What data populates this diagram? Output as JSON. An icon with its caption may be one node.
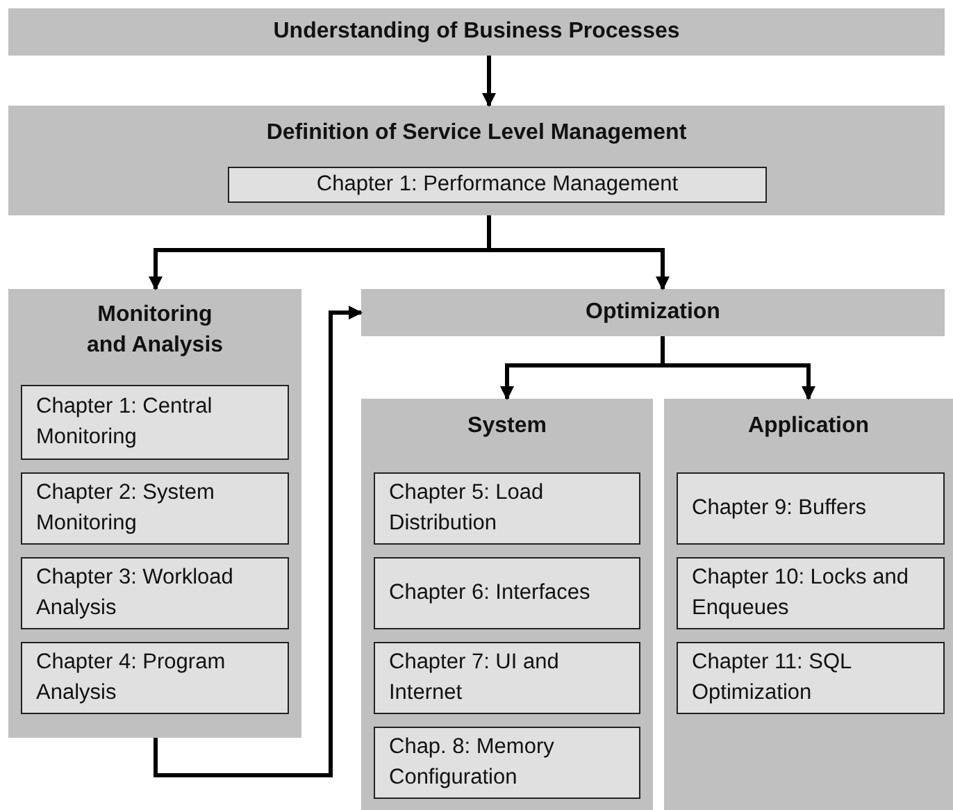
{
  "diagram": {
    "nodes": [
      {
        "text": [
          "Understanding of Business Processes"
        ]
      },
      {
        "text": [
          "Definition of Service Level Management"
        ]
      },
      {
        "text": [
          "Chapter 1: Performance Management"
        ],
        "in": 1
      },
      {
        "text": [
          "Monitoring and Analysis"
        ]
      },
      {
        "text": [
          "Chapter 1: Central Monitoring"
        ],
        "in": 3
      },
      {
        "text": [
          "Chapter 2: System Monitoring"
        ],
        "in": 3
      },
      {
        "text": [
          "Chapter 3: Workload Analysis"
        ],
        "in": 3
      },
      {
        "text": [
          "Chapter 4: Program Analysis"
        ],
        "in": 3
      },
      {
        "text": [
          "Optimization"
        ]
      },
      {
        "text": [
          "System"
        ]
      },
      {
        "text": [
          "Chapter 5: Load Distribution"
        ],
        "in": 9
      },
      {
        "text": [
          "Chapter 6: Interfaces"
        ],
        "in": 9
      },
      {
        "text": [
          "Chapter 7: UI and Internet"
        ],
        "in": 9
      },
      {
        "text": [
          "Chap. 8: Memory Configuration"
        ],
        "in": 9
      },
      {
        "text": [
          "Application"
        ]
      },
      {
        "text": [
          "Chapter 9: Buffers"
        ],
        "in": 14
      },
      {
        "text": [
          "Chapter 10: Locks and Enqueues"
        ],
        "in": 14
      },
      {
        "text": [
          "Chapter 11: SQL Optimization"
        ],
        "in": 14
      }
    ],
    "edges": [
      {
        "from": 0,
        "to": 1,
        "arrow": "to"
      },
      {
        "from": 1,
        "to": 3,
        "arrow": "to"
      },
      {
        "from": 1,
        "to": 8,
        "arrow": "to"
      },
      {
        "from": 3,
        "to": 8,
        "arrow": "to"
      },
      {
        "from": 8,
        "to": 9,
        "arrow": "to"
      },
      {
        "from": 8,
        "to": 14,
        "arrow": "to"
      }
    ]
  }
}
